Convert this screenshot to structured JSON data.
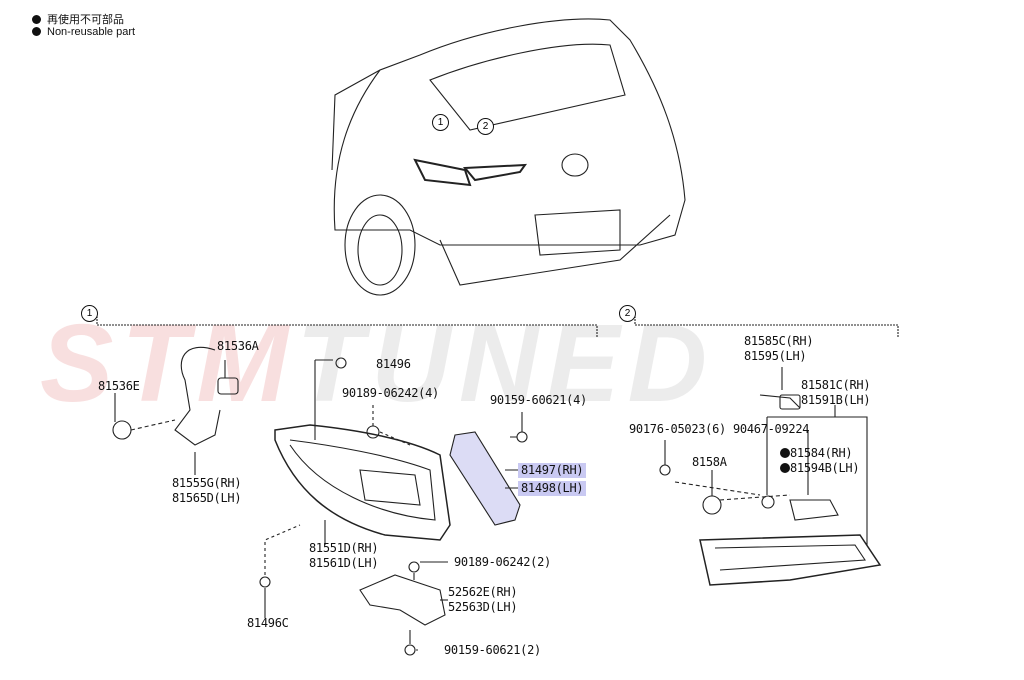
{
  "legend": {
    "jp": "再使用不可部品",
    "en": "Non-reusable part"
  },
  "watermark": {
    "part1": "STM",
    "part2": "TUNED"
  },
  "callouts": [
    "1",
    "2",
    "1",
    "2"
  ],
  "labels": {
    "p81536A": "81536A",
    "p81536E": "81536E",
    "p81555G": "81555G(RH)",
    "p81565D": "81565D(LH)",
    "p81496": "81496",
    "p90189_4": "90189-06242(4)",
    "p90159_4": "90159-60621(4)",
    "p81497": "81497(RH)",
    "p81498": "81498(LH)",
    "p81551D": "81551D(RH)",
    "p81561D": "81561D(LH)",
    "p90189_2": "90189-06242(2)",
    "p52562E": "52562E(RH)",
    "p52563D": "52563D(LH)",
    "p81496C": "81496C",
    "p90159_2": "90159-60621(2)",
    "p81585C": "81585C(RH)",
    "p81595": "81595(LH)",
    "p81581C": "81581C(RH)",
    "p81591B": "81591B(LH)",
    "p90176": "90176-05023(6)",
    "p90467": "90467-09224",
    "p81584": "81584(RH)",
    "p81594B": "81594B(LH)",
    "p8158A": "8158A"
  }
}
